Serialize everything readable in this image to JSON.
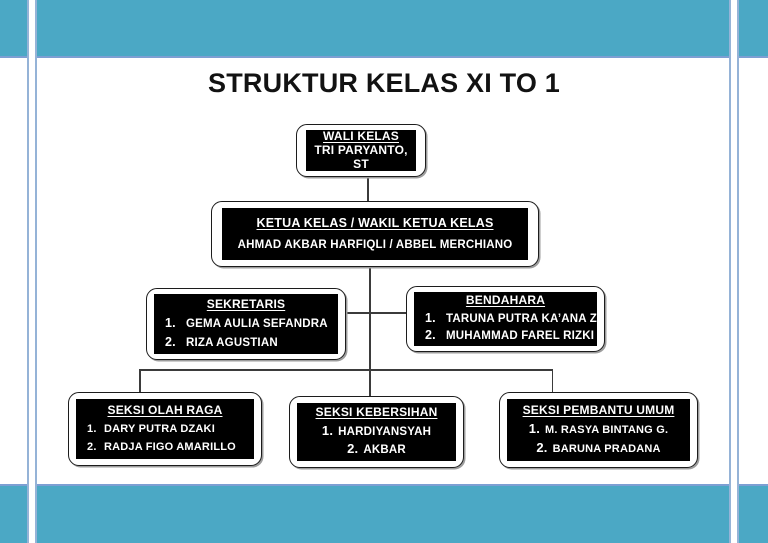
{
  "page": {
    "title": "STRUKTUR KELAS XI TO 1"
  },
  "theme": {
    "teal": "#4BA8C5",
    "bar_border": "#7D9FD3",
    "frame_line": "#95B3D7",
    "node_bg": "#000000",
    "node_text": "#FFFFFF",
    "connector": "#3B3B3B"
  },
  "nodes": {
    "wali_kelas": {
      "title": "WALI KELAS",
      "name": "TRI PARYANTO, ST"
    },
    "ketua_kelas": {
      "title": "KETUA KELAS / WAKIL KETUA KELAS",
      "name": "AHMAD AKBAR HARFIQLI / ABBEL MERCHIANO"
    },
    "sekretaris": {
      "title": "SEKRETARIS",
      "members": [
        {
          "no": "1.",
          "name": "GEMA AULIA SEFANDRA"
        },
        {
          "no": "2.",
          "name": "RIZA AGUSTIAN"
        }
      ]
    },
    "bendahara": {
      "title": "BENDAHARA",
      "members": [
        {
          "no": "1.",
          "name": "TARUNA PUTRA KA’ANA Z"
        },
        {
          "no": "2.",
          "name": "MUHAMMAD FAREL RIZKI"
        }
      ]
    },
    "seksi_olah_raga": {
      "title": "SEKSI OLAH RAGA",
      "members": [
        {
          "no": "1.",
          "name": "DARY PUTRA DZAKI"
        },
        {
          "no": "2.",
          "name": "RADJA FIGO AMARILLO"
        }
      ]
    },
    "seksi_kebersihan": {
      "title": "SEKSI KEBERSIHAN",
      "members": [
        {
          "no": "1.",
          "name": "HARDIYANSYAH"
        },
        {
          "no": "2.",
          "name": "AKBAR"
        }
      ]
    },
    "seksi_pembantu_umum": {
      "title": "SEKSI PEMBANTU UMUM",
      "members": [
        {
          "no": "1.",
          "name": "M. RASYA BINTANG G."
        },
        {
          "no": "2.",
          "name": "BARUNA PRADANA"
        }
      ]
    }
  }
}
